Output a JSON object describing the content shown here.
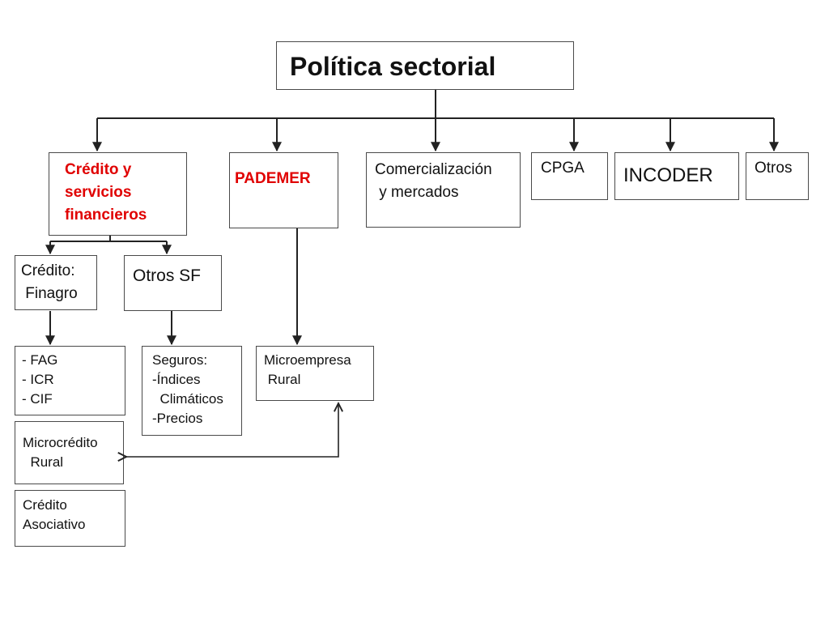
{
  "colors": {
    "accent": "#e00000",
    "text": "#111111",
    "border": "#4a4a4a",
    "line": "#222222"
  },
  "root": {
    "title": "Política sectorial"
  },
  "nodes": {
    "credito_servicios": "Crédito y\nservicios\nfinancieros",
    "pademer": "PADEMER",
    "comercializacion": "Comercialización\n y mercados",
    "cpga": "CPGA",
    "incoder": "INCODER",
    "otros": "Otros",
    "credito_finagro": "Crédito:\n Finagro",
    "otros_sf": "Otros SF",
    "fag_icr_cif": "- FAG\n- ICR\n- CIF",
    "seguros": "Seguros:\n-Índices\n  Climáticos\n-Precios",
    "microempresa": "Microempresa\n Rural",
    "microcredito": "Microcrédito\n  Rural",
    "credito_asociativo": "Crédito\nAsociativo"
  }
}
